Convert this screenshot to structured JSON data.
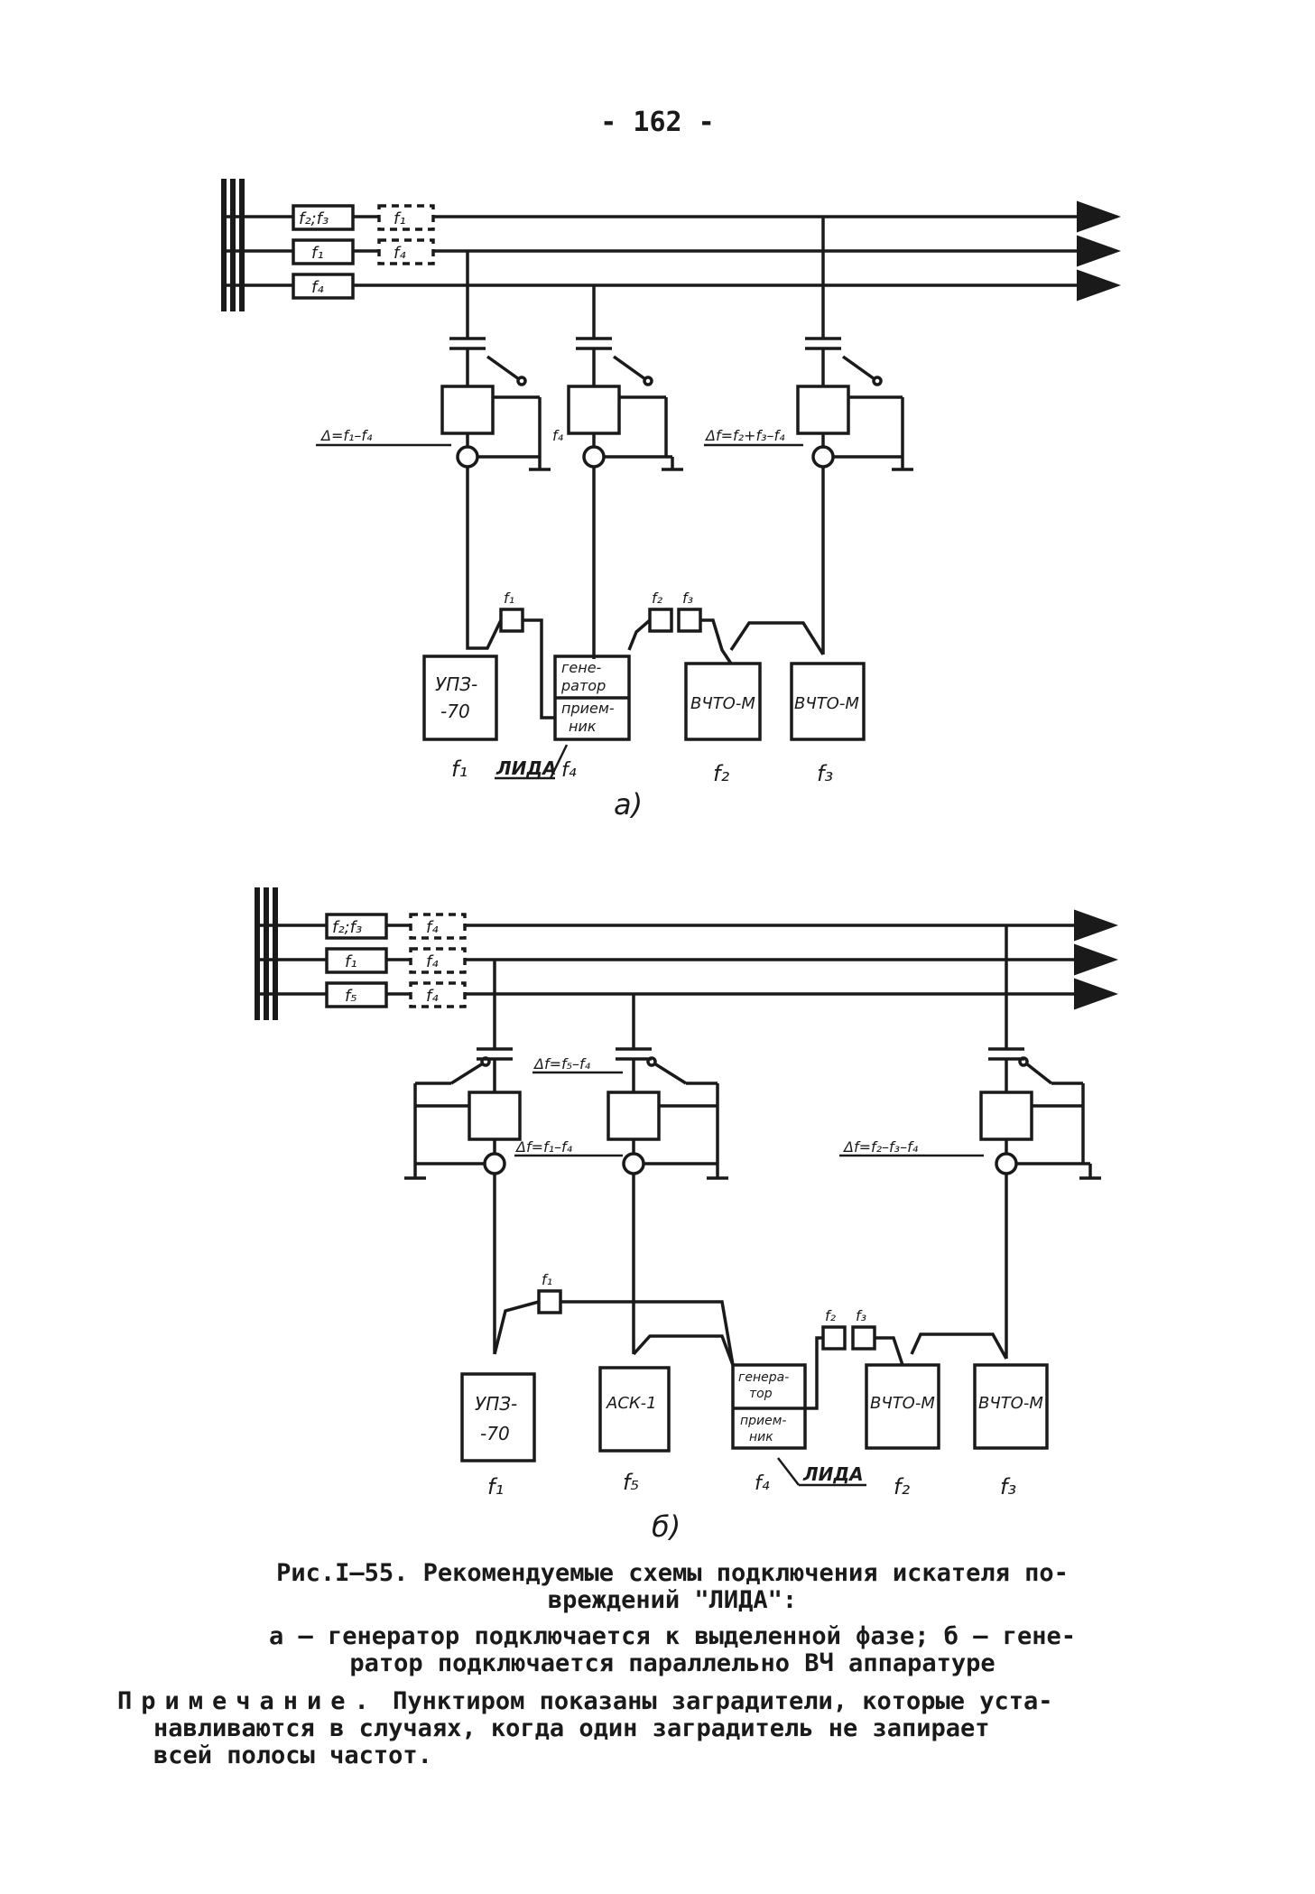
{
  "page_number": "- 162 -",
  "scheme_a": {
    "tag": "а)",
    "traps": [
      "f₂;f₃",
      "f₁",
      "f₄"
    ],
    "traps_dashed": [
      "f₁",
      "f₄"
    ],
    "filters_note": [
      "Δ=f₁–f₄",
      "f₄",
      "Δf=f₂+f₃–f₄"
    ],
    "top_filters": [
      "f₁",
      "f₂",
      "f₃"
    ],
    "devices": [
      {
        "label": [
          "УПЗ-",
          "-70"
        ],
        "freq": "f₁"
      },
      {
        "label": [
          "гене-",
          "ратор",
          "прием-",
          "ник"
        ],
        "freq": "f₄",
        "name": "ЛИДА"
      },
      {
        "label": [
          "ВЧТО-М"
        ],
        "freq": "f₂"
      },
      {
        "label": [
          "ВЧТО-М"
        ],
        "freq": "f₃"
      }
    ]
  },
  "scheme_b": {
    "tag": "б)",
    "traps": [
      "f₂;f₃",
      "f₁",
      "f₅"
    ],
    "traps_dashed": [
      "f₄",
      "f₄",
      "f₄"
    ],
    "filters_note": [
      "Δf=f₅–f₄",
      "Δf=f₁–f₄",
      "Δf=f₂–f₃–f₄"
    ],
    "top_filters": [
      "f₁",
      "f₂",
      "f₃"
    ],
    "devices": [
      {
        "label": [
          "УПЗ-",
          "-70"
        ],
        "freq": "f₁"
      },
      {
        "label": [
          "АСК-1"
        ],
        "freq": "f₅"
      },
      {
        "label": [
          "генера-",
          "тор",
          "прием-",
          "ник"
        ],
        "freq": "f₄",
        "name": "ЛИДА"
      },
      {
        "label": [
          "ВЧТО-М"
        ],
        "freq": "f₂"
      },
      {
        "label": [
          "ВЧТО-М"
        ],
        "freq": "f₃"
      }
    ]
  },
  "caption": {
    "title_line1": "Рис.I–55. Рекомендуемые схемы подключения искателя по-",
    "title_line2": "вреждений \"ЛИДА\":",
    "legend_line1": "а – генератор подключается к выделенной фазе; б – гене-",
    "legend_line2": "ратор подключается параллельно ВЧ аппаратуре",
    "note_head": "Примечание.",
    "note_line1": " Пунктиром показаны заградители, которые уста-",
    "note_line2": "навливаются в случаях, когда один заградитель не запирает",
    "note_line3": "всей полосы частот."
  }
}
